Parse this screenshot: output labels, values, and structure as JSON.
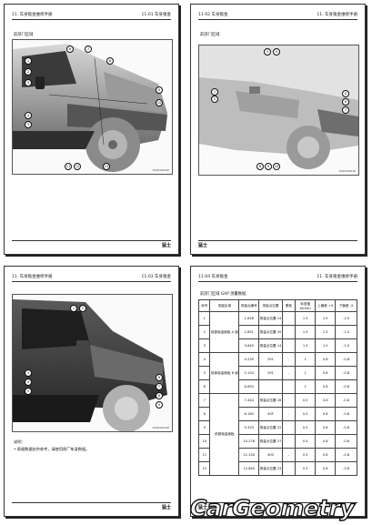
{
  "pages": [
    {
      "header_left": "11. 车身钣金维修手册",
      "header_right": "11-01 车身钣金",
      "section_title": "前部门区域",
      "figure_code": "DX25A0012E",
      "callouts": [
        "1",
        "2",
        "3",
        "4",
        "5",
        "6",
        "7",
        "8",
        "9",
        "10",
        "11",
        "12",
        "13"
      ],
      "footer_brand": "猛士"
    },
    {
      "header_left": "11-02 车身钣金",
      "header_right": "11. 车身钣金维修手册",
      "section_title": "前部门区域",
      "figure_code": "DX25A0013E",
      "callouts": [
        "1",
        "2",
        "3",
        "4",
        "5",
        "6",
        "7",
        "8",
        "9",
        "10"
      ],
      "footer_brand": "猛士"
    },
    {
      "header_left": "11. 车身钣金维修手册",
      "header_right": "11-03 车身钣金",
      "figure_code": "DX25A0014E",
      "callouts": [
        "1",
        "2",
        "3",
        "4",
        "5",
        "6",
        "7",
        "8",
        "9"
      ],
      "note_title": "说明：",
      "note_text": "• 表格数据仅供参考，请使用原厂车身数据。",
      "footer_brand": "猛士"
    },
    {
      "header_left": "11-04 车身钣金",
      "header_right": "11. 车身钣金维修手册",
      "section_title": "前部门区域 GAP 测量数据",
      "table": {
        "headers": [
          "序号",
          "测量区域",
          "测量点编号",
          "测量点位置",
          "基准",
          "标准值 X(mm)",
          "上偏差 +X",
          "下偏差 -X"
        ],
        "rows": [
          [
            "1",
            "",
            "1-658",
            "测量点位置 14",
            "",
            "1.5",
            "1.5",
            "-1.5"
          ],
          [
            "2",
            "",
            "2-851",
            "测量点位置 20",
            "",
            "1.5",
            "1.5",
            "-1.5"
          ],
          [
            "3",
            "",
            "3-849",
            "测量点位置 14",
            "",
            "1.5",
            "1.0",
            "-1.0"
          ],
          [
            "4",
            "",
            "4-235",
            "291",
            "-",
            "1",
            "0.8",
            "-0.8"
          ],
          [
            "5",
            "",
            "5-150",
            "291",
            "-",
            "1",
            "0.8",
            "-0.8"
          ],
          [
            "6",
            "",
            "6-650",
            "",
            "",
            "1",
            "0.8",
            "-0.8"
          ],
          [
            "7",
            "",
            "7-444",
            "测量点位置 26",
            "",
            "0.5",
            "0.8",
            "-0.8"
          ],
          [
            "8",
            "",
            "8-185",
            "40F",
            "-",
            "0.5",
            "0.8",
            "-0.8"
          ],
          [
            "9",
            "",
            "9-333",
            "测量点位置 22",
            "",
            "0.5",
            "0.8",
            "-0.8"
          ],
          [
            "10",
            "",
            "10-276",
            "测量点位置 27",
            "",
            "0.5",
            "0.8",
            "-0.8"
          ],
          [
            "11",
            "",
            "11-140",
            "400",
            "-",
            "0.5",
            "0.8",
            "-0.8"
          ],
          [
            "12",
            "",
            "12-840",
            "测量点位置 23",
            "",
            "0.5",
            "0.8",
            "-0.8"
          ]
        ],
        "groups": [
          {
            "label": "前部钣金面板 A 面",
            "start": 0,
            "span": 3
          },
          {
            "label": "前部钣金面板 B 面",
            "start": 3,
            "span": 3
          },
          {
            "label": "前部钣金面板",
            "start": 6,
            "span": 6
          }
        ]
      },
      "footer_brand": "猛士"
    }
  ],
  "logo_text": "CarGeometry"
}
